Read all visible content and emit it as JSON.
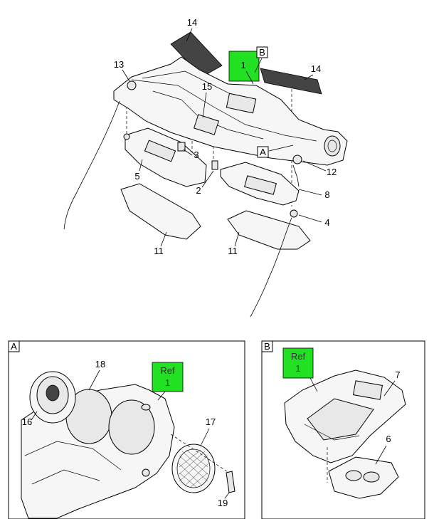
{
  "callouts": {
    "c14a": "14",
    "c14b": "14",
    "c13": "13",
    "c15": "15",
    "c1": "1",
    "cB": "B",
    "cA": "A",
    "c3": "3",
    "c5": "5",
    "c2": "2",
    "c12": "12",
    "c8": "8",
    "c4": "4",
    "c11a": "11",
    "c11b": "11"
  },
  "detail_a": {
    "tag": "A",
    "ref_word": "Ref",
    "ref_num": "1",
    "c18": "18",
    "c16": "16",
    "c17": "17",
    "c19": "19"
  },
  "detail_b": {
    "tag": "B",
    "ref_word": "Ref",
    "ref_num": "1",
    "c7": "7",
    "c6": "6"
  },
  "colors": {
    "highlight": "#22e022"
  }
}
